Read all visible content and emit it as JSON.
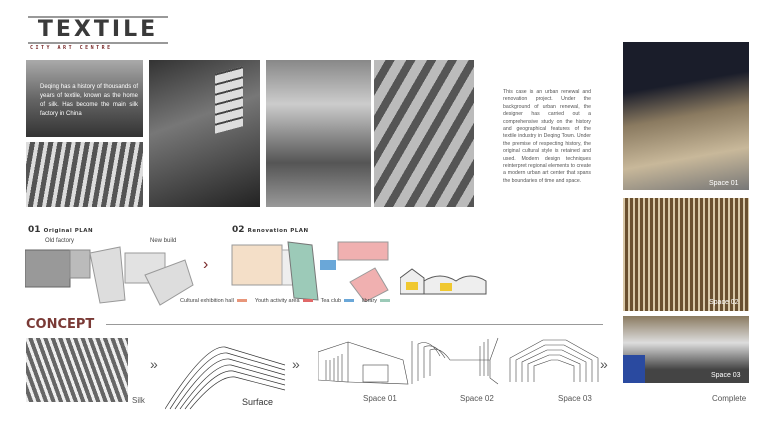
{
  "header": {
    "title": "TEXTILE",
    "subtitle": "CITY ART CENTRE"
  },
  "intro_caption": "Deqing has a history of thousands of years of textile, known as the home of silk. Has become the main silk factory in China",
  "description": "This case is an urban renewal and renovation project. Under the background of urban renewal, the designer has carried out a comprehensive study on the history and geographical features of the textile industry in Deqing Town. Under the premise of respecting history, the original cultural style is retained and used. Modern design techniques reinterpret regional elements to create a modern urban art center that spans the boundaries of time and space.",
  "plans": {
    "original": {
      "number": "01",
      "title": "Original PLAN",
      "annotations": [
        "Old factory",
        "New build"
      ]
    },
    "renovation": {
      "number": "02",
      "title": "Renovation PLAN"
    },
    "legend": [
      {
        "label": "Cultural exhibition hall",
        "color": "#e8967a"
      },
      {
        "label": "Youth activity area",
        "color": "#e06868"
      },
      {
        "label": "Tea club",
        "color": "#6aa7d8"
      },
      {
        "label": "library",
        "color": "#9ccab8"
      }
    ]
  },
  "photos_right": [
    "Space 01",
    "Space 02",
    "Space 03"
  ],
  "concept": {
    "heading": "CONCEPT",
    "steps": [
      "Silk",
      "Surface",
      "Space 01",
      "Space 02",
      "Space 03",
      "Complete"
    ]
  },
  "colors": {
    "accent": "#7a3a36"
  }
}
